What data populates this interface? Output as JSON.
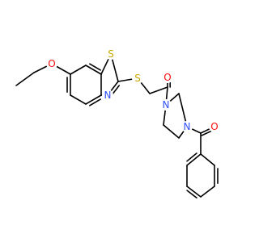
{
  "molecule": {
    "atoms": [
      {
        "id": "O-ether",
        "label": "O",
        "color": "#ff0d0d"
      },
      {
        "id": "S-ring",
        "label": "S",
        "color": "#c8a800"
      },
      {
        "id": "N-ring",
        "label": "N",
        "color": "#3050f8"
      },
      {
        "id": "S-thio",
        "label": "S",
        "color": "#c8a800"
      },
      {
        "id": "O-ketone",
        "label": "O",
        "color": "#ff0d0d"
      },
      {
        "id": "N-imid-1",
        "label": "N",
        "color": "#3050f8"
      },
      {
        "id": "N-imid-2",
        "label": "N",
        "color": "#3050f8"
      },
      {
        "id": "O-benzoyl",
        "label": "O",
        "color": "#ff0d0d"
      }
    ],
    "bond_color": "#000000"
  }
}
